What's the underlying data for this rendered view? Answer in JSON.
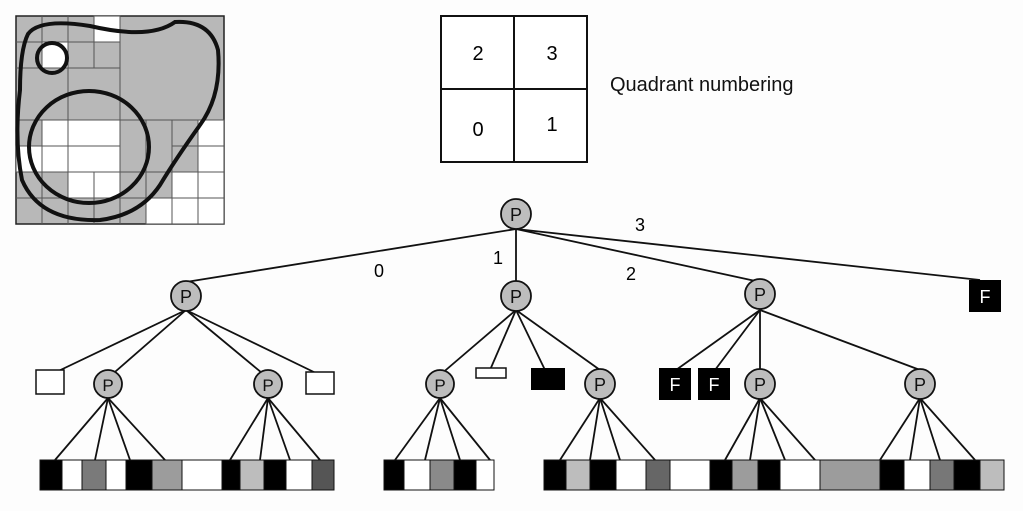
{
  "quadrant_legend": {
    "cells": [
      "2",
      "3",
      "0",
      "1"
    ],
    "caption": "Quadrant numbering"
  },
  "tree": {
    "partial_label": "P",
    "full_label": "F",
    "edge_labels": [
      "0",
      "1",
      "2",
      "3"
    ]
  },
  "colors": {
    "gray_region": "#b8b8b8",
    "partial_node": "#bdbdbd",
    "full_node": "#000000",
    "white_cell": "#ffffff",
    "ink": "#111111"
  }
}
